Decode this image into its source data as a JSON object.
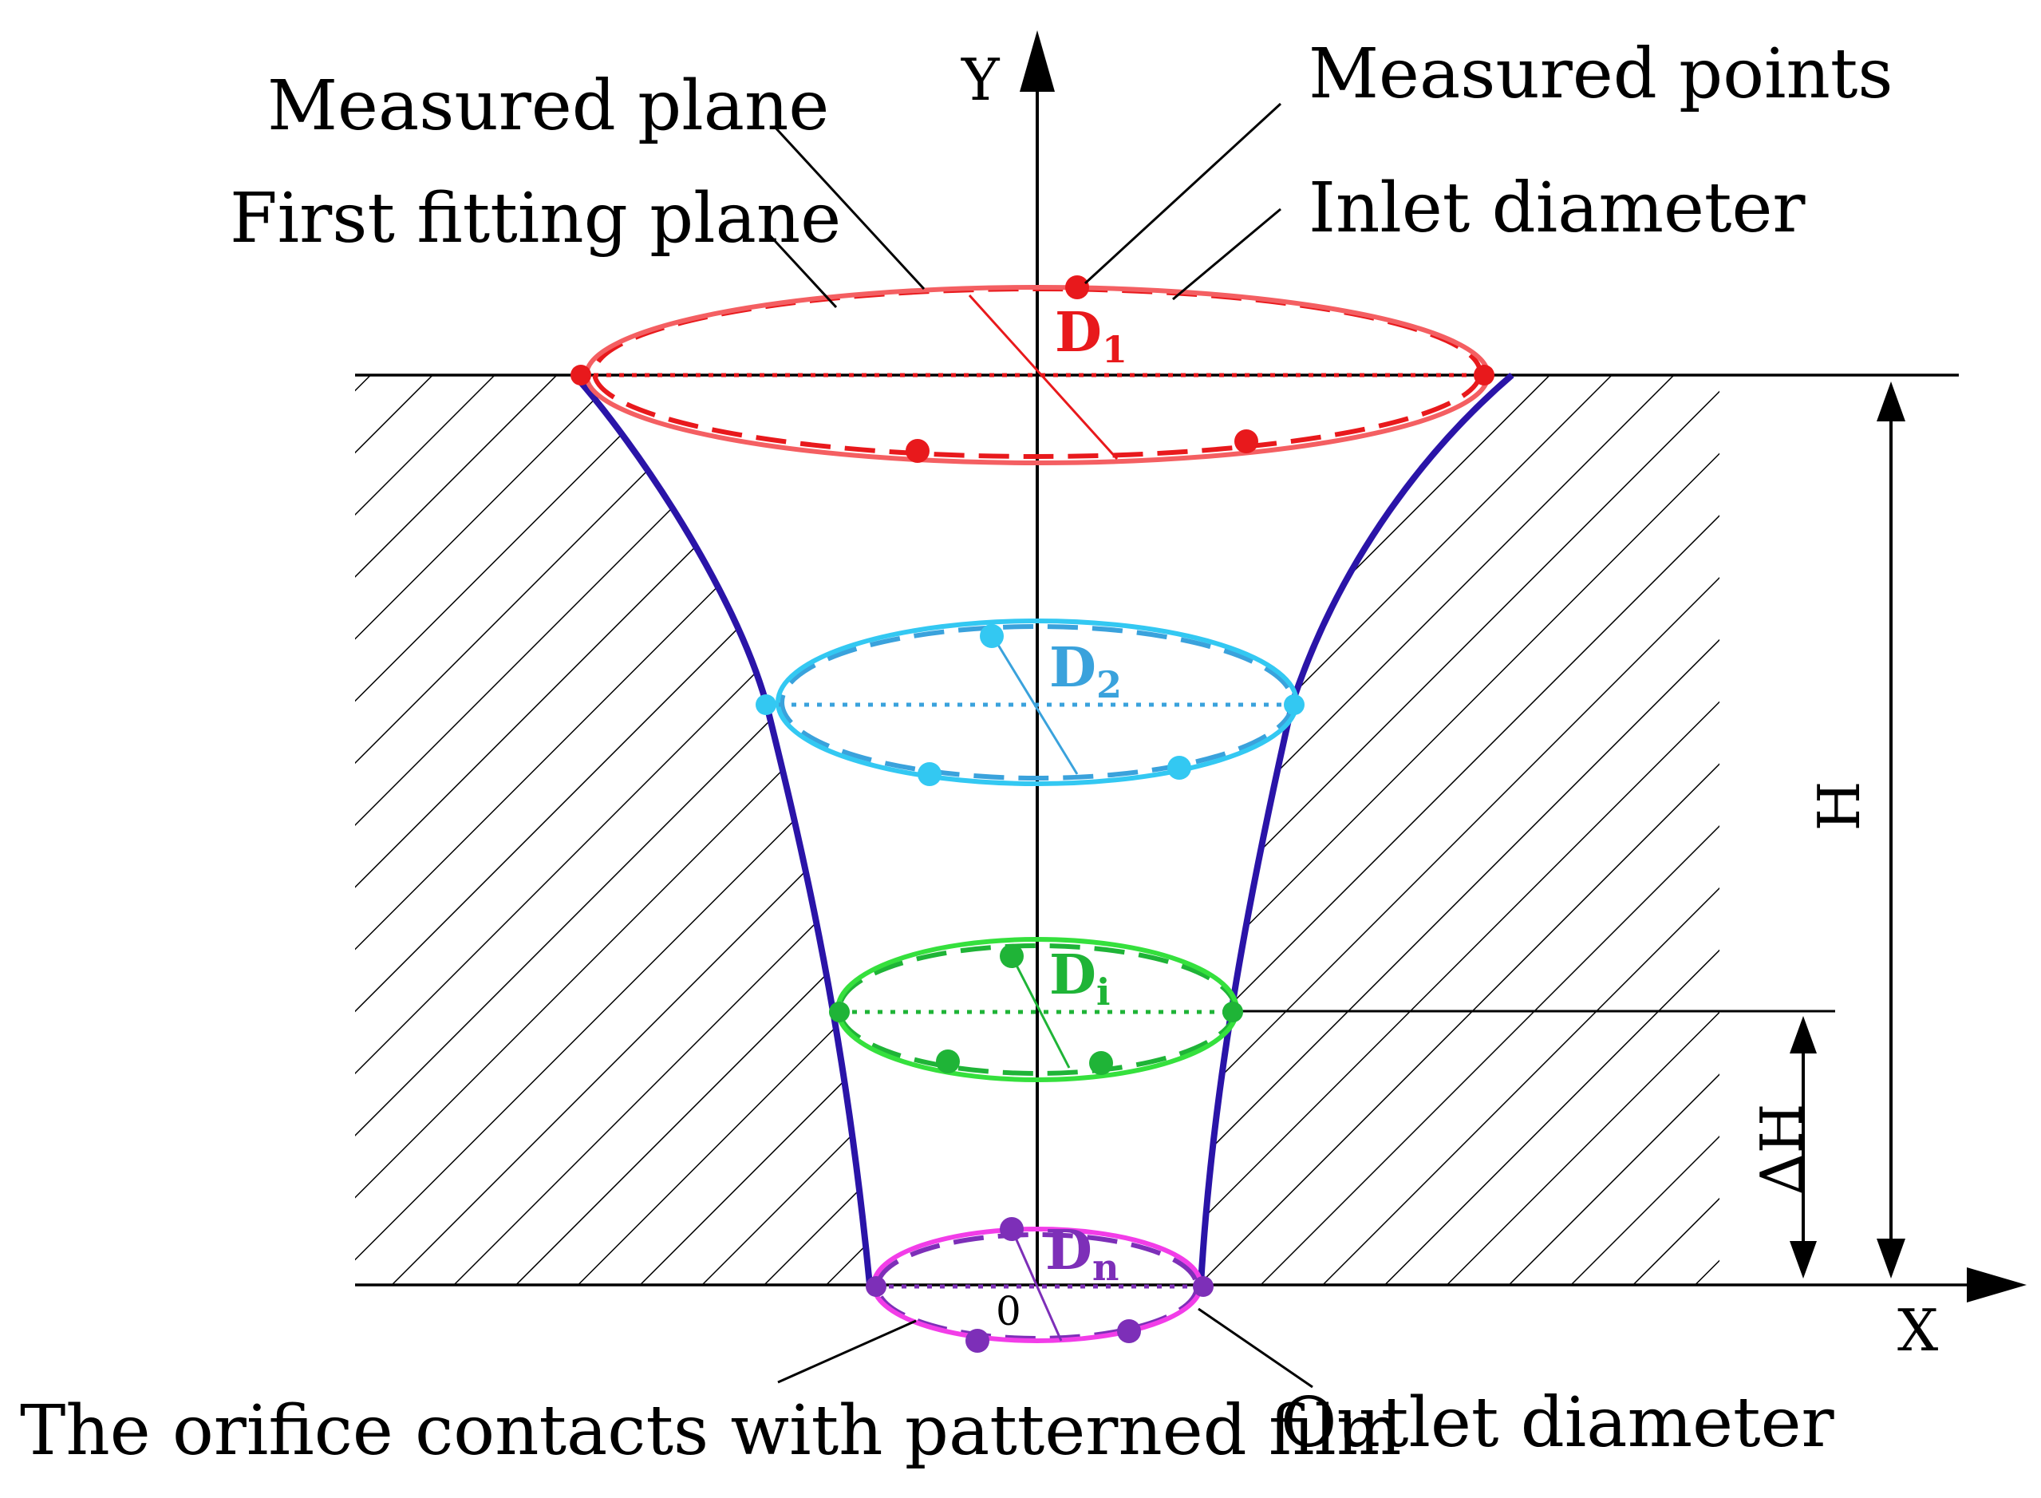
{
  "labels": {
    "measured_plane": "Measured plane",
    "first_fitting_plane": "First fitting plane",
    "measured_points": "Measured points",
    "inlet_diameter": "Inlet diameter",
    "orifice_contacts": "The orifice contacts with patterned film",
    "outlet_diameter": "Outlet diameter"
  },
  "axes": {
    "y": "Y",
    "x": "X",
    "origin": "0",
    "height": "H",
    "delta_height": "ΔH"
  },
  "diameters": [
    {
      "letter": "D",
      "sub": "1",
      "color": "#e8191c",
      "light": "#f45f62"
    },
    {
      "letter": "D",
      "sub": "2",
      "color": "#3aa2dc",
      "light": "#33c8f2"
    },
    {
      "letter": "D",
      "sub": "i",
      "color": "#1fb437",
      "light": "#35e03d"
    },
    {
      "letter": "D",
      "sub": "n",
      "color": "#7d2fb8",
      "light": "#f23de8"
    }
  ],
  "colors": {
    "profile": "#2a14a8",
    "hatch": "#000000"
  }
}
